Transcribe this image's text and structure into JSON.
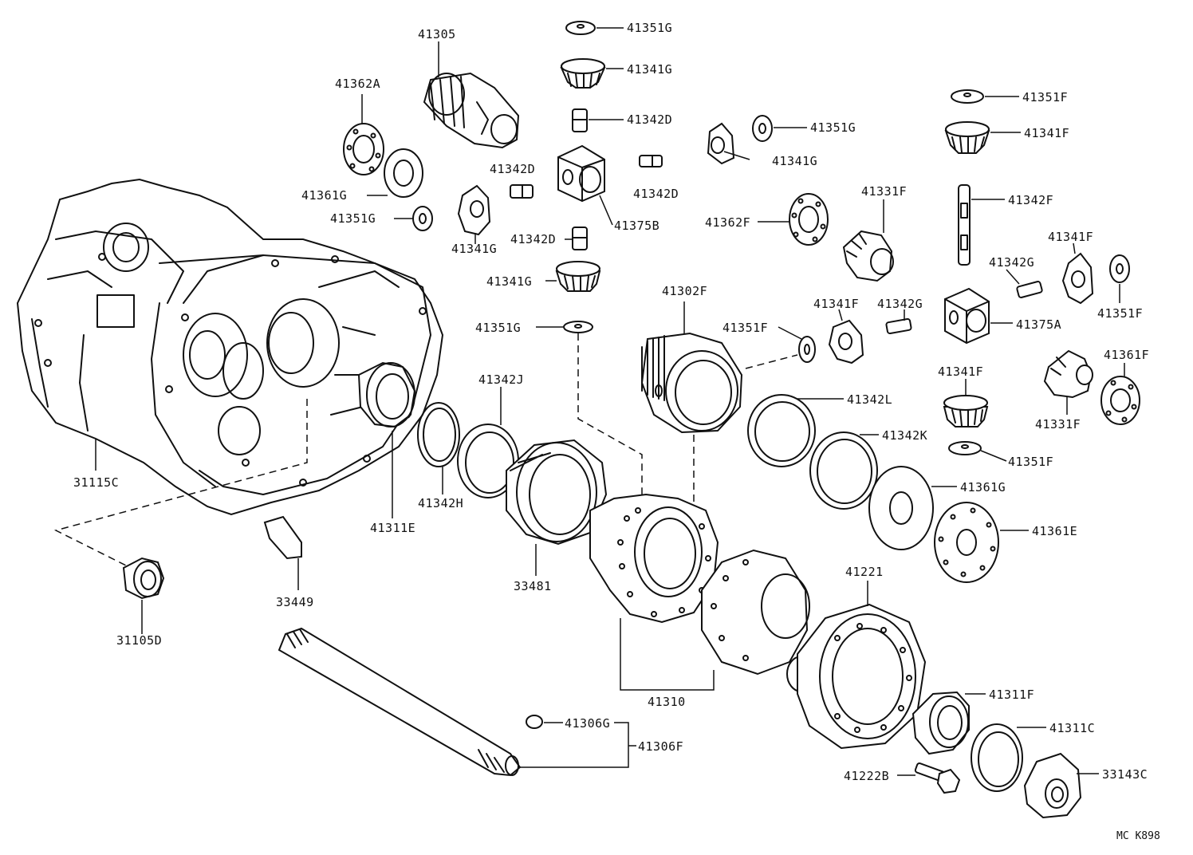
{
  "diagram_ref": "MC K898",
  "labels": {
    "p41305": "41305",
    "p41351G_top": "41351G",
    "p41341G_top": "41341G",
    "p41342D_a": "41342D",
    "p41362A": "41362A",
    "p41361G_l": "41361G",
    "p41351G_l": "41351G",
    "p41342D_b": "41342D",
    "p41341G_l": "41341G",
    "p41375B": "41375B",
    "p41342D_c": "41342D",
    "p41342D_d": "41342D",
    "p41341G_m": "41341G",
    "p41351G_m": "41351G",
    "p41351G_r": "41351G",
    "p41341G_r": "41341G",
    "p41362F": "41362F",
    "p41331F_a": "41331F",
    "p41351F_a": "41351F",
    "p41341F_a": "41341F",
    "p41342F": "41342F",
    "p41341F_b": "41341F",
    "p41342G_a": "41342G",
    "p41351F_b": "41351F",
    "p41302F": "41302F",
    "p41341F_c": "41341F",
    "p41342G_b": "41342G",
    "p41375A": "41375A",
    "p41351F_c": "41351F",
    "p41361F": "41361F",
    "p41341F_d": "41341F",
    "p41331F_b": "41331F",
    "p41342J": "41342J",
    "p41342L": "41342L",
    "p41342K": "41342K",
    "p41351F_d": "41351F",
    "p41361G_r": "41361G",
    "p41361E": "41361E",
    "p31115C": "31115C",
    "p41342H": "41342H",
    "p41311E": "41311E",
    "p33481": "33481",
    "p33449": "33449",
    "p31105D": "31105D",
    "p41221": "41221",
    "p41310": "41310",
    "p41311F": "41311F",
    "p41311C": "41311C",
    "p41306G": "41306G",
    "p41306F": "41306F",
    "p41222B": "41222B",
    "p33143C": "33143C"
  }
}
